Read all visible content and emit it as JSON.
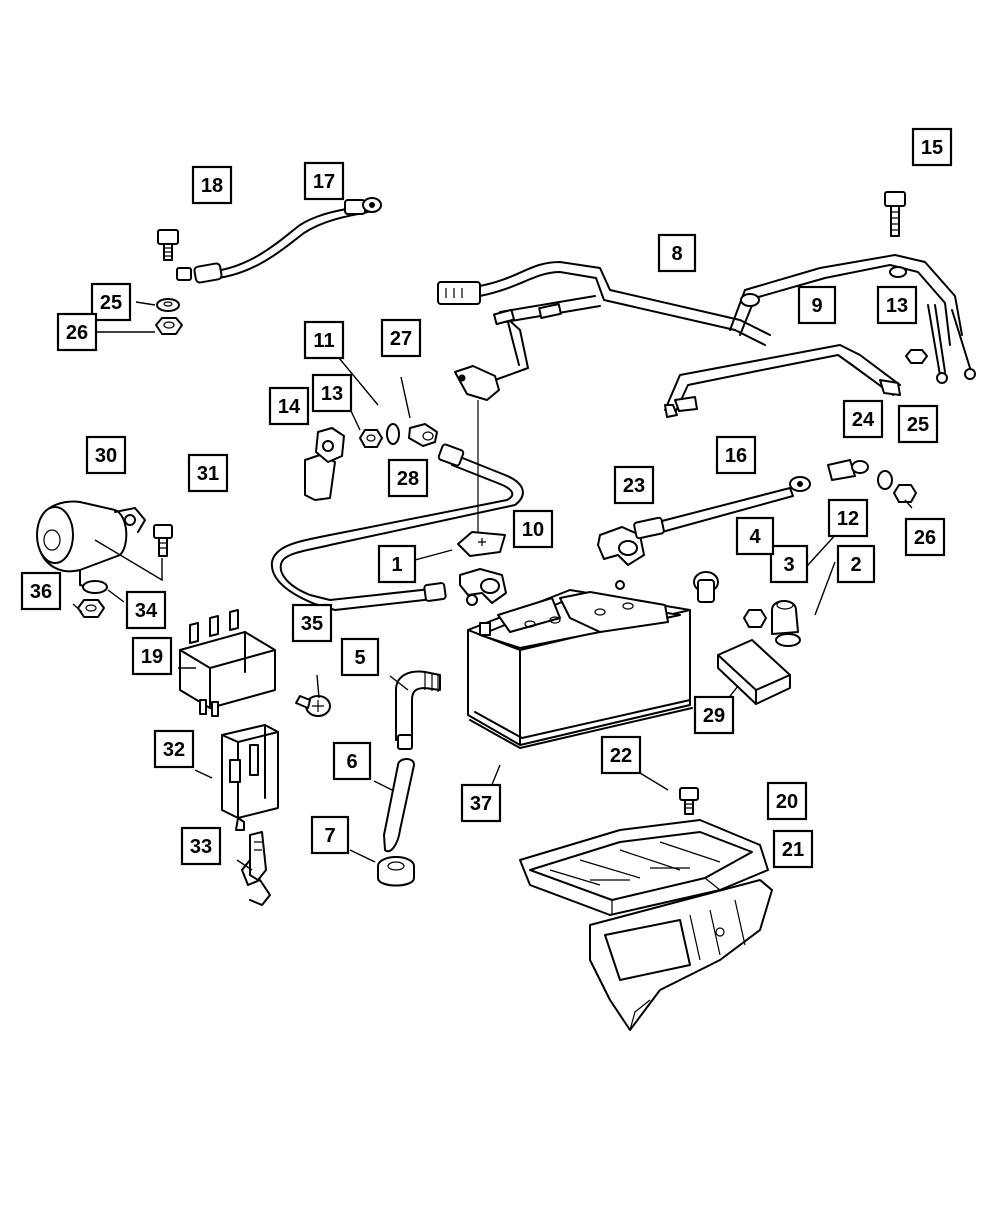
{
  "callouts": [
    "1",
    "2",
    "3",
    "4",
    "5",
    "6",
    "7",
    "8",
    "9",
    "10",
    "11",
    "12",
    "13",
    "13",
    "14",
    "15",
    "16",
    "17",
    "18",
    "19",
    "20",
    "21",
    "22",
    "23",
    "24",
    "25",
    "25",
    "26",
    "26",
    "27",
    "28",
    "29",
    "30",
    "31",
    "32",
    "33",
    "34",
    "35",
    "36",
    "37"
  ]
}
